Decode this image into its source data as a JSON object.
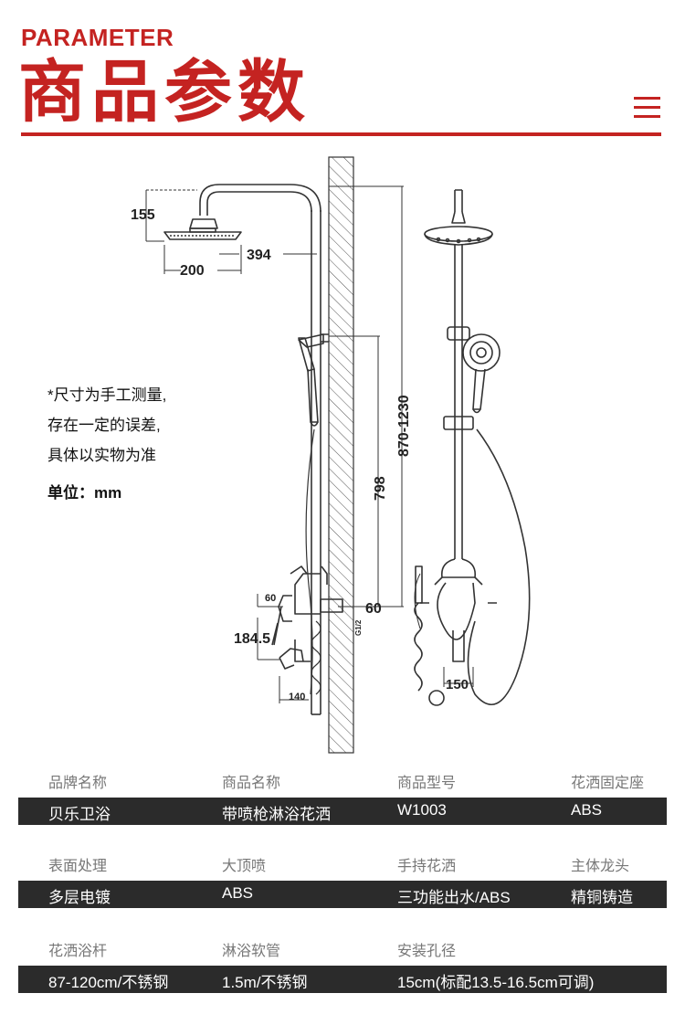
{
  "header": {
    "eyebrow": "PARAMETER",
    "title": "商品参数"
  },
  "colors": {
    "accent": "#c42321",
    "dark_row": "#2b2b2b",
    "label_gray": "#777777"
  },
  "diagram": {
    "dimensions": {
      "head_height": "155",
      "head_diameter": "200",
      "arm_length": "394",
      "rail_range": "870-1230",
      "slide_height": "798",
      "mixer_offset": "60",
      "wall_offset": "60",
      "mixer_height": "184.5",
      "spout_length": "140",
      "hole_spacing": "150",
      "thread": "G1/2"
    }
  },
  "notes": {
    "line1": "*尺寸为手工测量,",
    "line2": "存在一定的误差,",
    "line3": "具体以实物为准",
    "unit": "单位：mm"
  },
  "specs": [
    {
      "labels": [
        "品牌名称",
        "商品名称",
        "商品型号",
        "花洒固定座"
      ],
      "values": [
        "贝乐卫浴",
        "带喷枪淋浴花洒",
        "W1003",
        "ABS"
      ]
    },
    {
      "labels": [
        "表面处理",
        "大顶喷",
        "手持花洒",
        "主体龙头"
      ],
      "values": [
        "多层电镀",
        "ABS",
        "三功能出水/ABS",
        "精铜铸造"
      ]
    },
    {
      "labels": [
        "花洒浴杆",
        "淋浴软管",
        "安装孔径"
      ],
      "values": [
        "87-120cm/不锈钢",
        "1.5m/不锈钢",
        "15cm(标配13.5-16.5cm可调)"
      ]
    }
  ]
}
